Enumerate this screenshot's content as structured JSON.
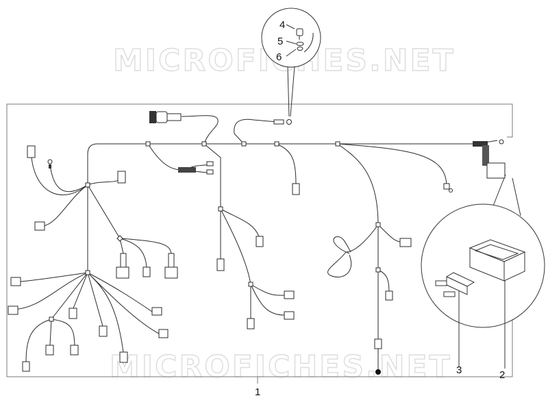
{
  "watermark": {
    "top": "MICROFICHES.NET",
    "bottom": "MICROFICHES.NET"
  },
  "callouts": {
    "main_harness": "1",
    "fuse_holder": "2",
    "fuse": "3",
    "screw": "4",
    "washer": "5",
    "nut": "6"
  }
}
